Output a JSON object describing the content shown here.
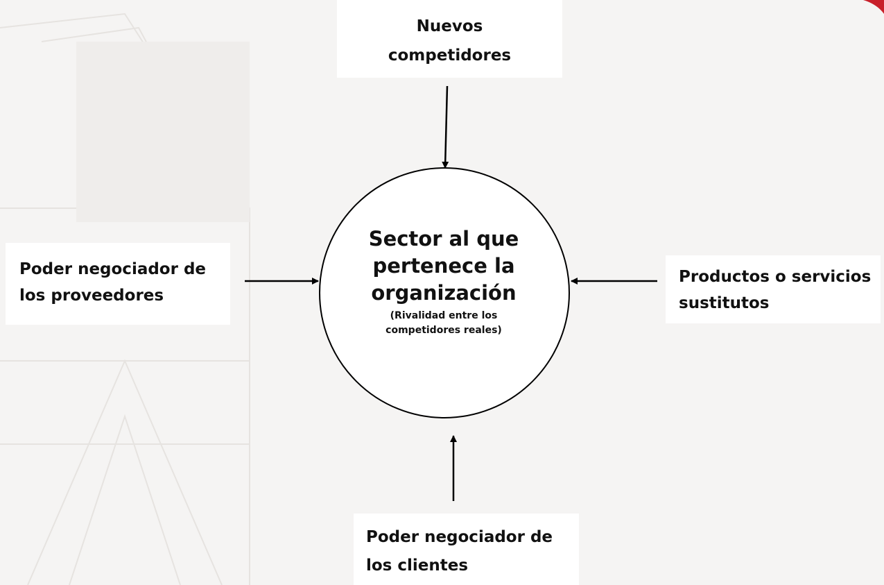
{
  "diagram": {
    "center": {
      "title": "Sector al que pertenece la organización",
      "subtitle_line1": "(Rivalidad entre los",
      "subtitle_line2": "competidores reales)"
    },
    "top": {
      "line1": "Nuevos",
      "line2": "competidores"
    },
    "left": {
      "line1": "Poder negociador de",
      "line2": "los proveedores"
    },
    "right": {
      "line1": "Productos o servicios",
      "line2": "sustitutos"
    },
    "bottom": {
      "line1": "Poder negociador de",
      "line2": "los clientes"
    }
  },
  "colors": {
    "background": "#f5f4f3",
    "box": "#ffffff",
    "stroke": "#000000",
    "accent": "#c8202a"
  }
}
